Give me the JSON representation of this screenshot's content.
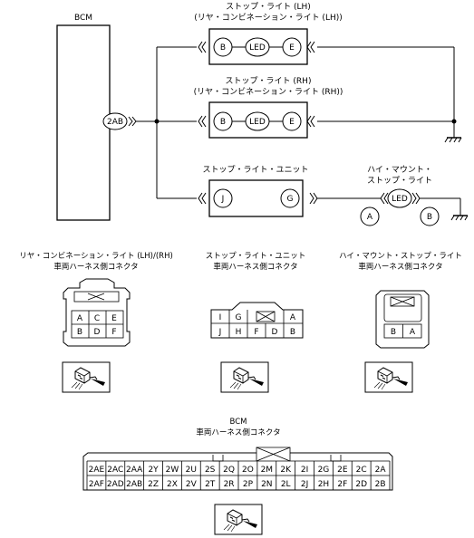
{
  "schematic": {
    "bcm_label": "BCM",
    "bcm_pin": "2AB",
    "stop_lh": {
      "title1": "ストップ・ライト (LH)",
      "title2": "(リヤ・コンビネーション・ライト (LH))",
      "pin_b": "B",
      "led": "LED",
      "pin_e": "E"
    },
    "stop_rh": {
      "title1": "ストップ・ライト (RH)",
      "title2": "(リヤ・コンビネーション・ライト (RH))",
      "pin_b": "B",
      "led": "LED",
      "pin_e": "E"
    },
    "stop_unit": {
      "title": "ストップ・ライト・ユニット",
      "pin_j": "J",
      "pin_g": "G"
    },
    "high_mount": {
      "title1": "ハイ・マウント・",
      "title2": "ストップ・ライト",
      "led": "LED",
      "pin_a": "A",
      "pin_b": "B"
    }
  },
  "connectors": {
    "rear_combo": {
      "title1": "リヤ・コンビネーション・ライト (LH)/(RH)",
      "title2": "車両ハーネス側コネクタ",
      "row1": [
        "A",
        "C",
        "E"
      ],
      "row2": [
        "B",
        "D",
        "F"
      ]
    },
    "stop_unit": {
      "title1": "ストップ・ライト・ユニット",
      "title2": "車両ハーネス側コネクタ",
      "row1": [
        "I",
        "G",
        "",
        "A"
      ],
      "row2": [
        "J",
        "H",
        "F",
        "D",
        "B"
      ]
    },
    "high_mount": {
      "title1": "ハイ・マウント・ストップ・ライト",
      "title2": "車両ハーネス側コネクタ",
      "row": [
        "B",
        "A"
      ]
    },
    "bcm": {
      "title1": "BCM",
      "title2": "車両ハーネス側コネクタ",
      "row1": [
        "2AE",
        "2AC",
        "2AA",
        "2Y",
        "2W",
        "2U",
        "2S",
        "2Q",
        "2O",
        "2M",
        "2K",
        "2I",
        "2G",
        "2E",
        "2C",
        "2A"
      ],
      "row2": [
        "2AF",
        "2AD",
        "2AB",
        "2Z",
        "2X",
        "2V",
        "2T",
        "2R",
        "2P",
        "2N",
        "2L",
        "2J",
        "2H",
        "2F",
        "2D",
        "2B"
      ]
    }
  }
}
